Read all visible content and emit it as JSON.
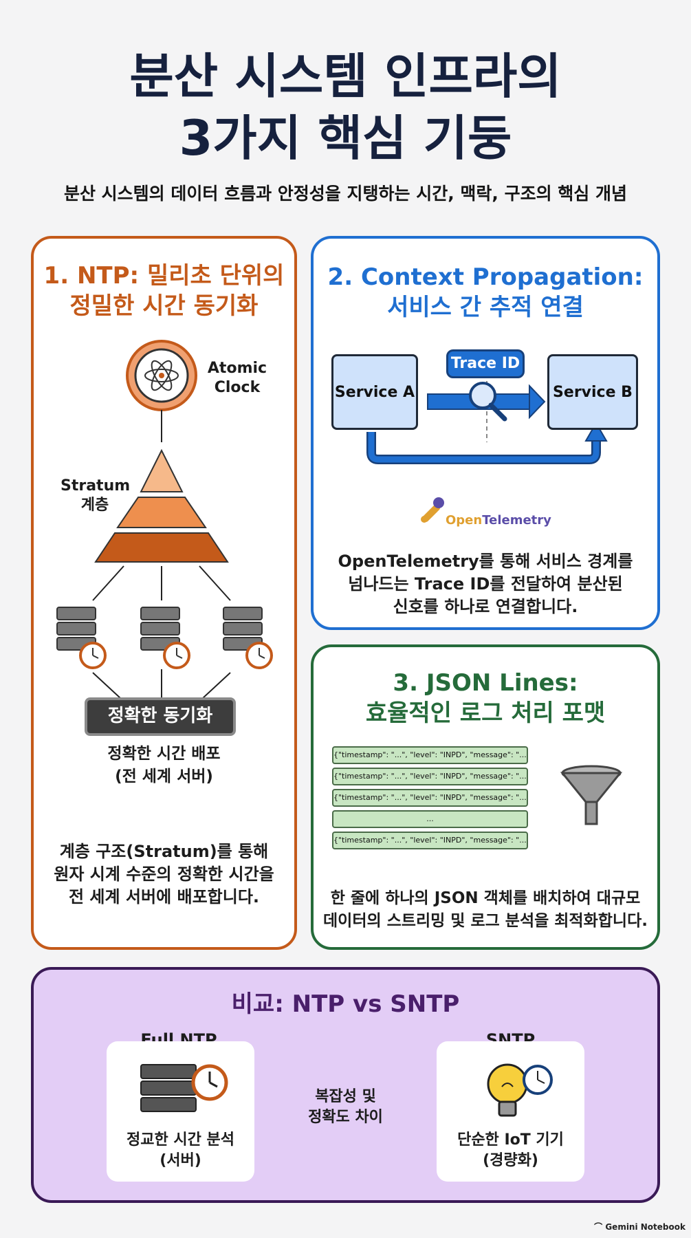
{
  "header": {
    "title_line1": "분산 시스템 인프라의",
    "title_line2": "3가지 핵심 기둥",
    "subtitle": "분산 시스템의 데이터 흐름과 안정성을 지탱하는 시간, 맥락, 구조의 핵심 개념"
  },
  "ntp": {
    "title_line1": "1. NTP: 밀리초 단위의",
    "title_line2": "정밀한 시간 동기화",
    "atomic_clock_line1": "Atomic",
    "atomic_clock_line2": "Clock",
    "stratum_line1": "Stratum",
    "stratum_line2": "계층",
    "sync_badge": "정확한 동기화",
    "caption_line1": "정확한 시간 배포",
    "caption_line2": "(전 세계 서버)",
    "desc_line1": "계층 구조(Stratum)를 통해",
    "desc_line2": "원자 시계 수준의 정확한 시간을",
    "desc_line3": "전 세계 서버에 배포합니다.",
    "accent": "#c45a1a"
  },
  "context": {
    "title_line1": "2. Context Propagation:",
    "title_line2": "서비스 간 추적 연결",
    "service_a": "Service A",
    "service_b": "Service B",
    "trace_id": "Trace ID",
    "otel_open": "Open",
    "otel_telemetry": "Telemetry",
    "desc_line1": "OpenTelemetry를 통해 서비스 경계를",
    "desc_line2": "넘나드는 Trace ID를 전달하여 분산된",
    "desc_line3": "신호를 하나로 연결합니다.",
    "accent": "#1f6fd1"
  },
  "jsonlines": {
    "title_line1": "3. JSON Lines:",
    "title_line2": "효율적인 로그 처리 포맷",
    "lines": [
      "{\"timestamp\": \"...\", \"level\": \"INPD\", \"message\": \"...\"}",
      "{\"timestamp\": \"...\", \"level\": \"INPD\", \"message\": \"...\"}",
      "{\"timestamp\": \"...\", \"level\": \"INPD\", \"message\": \"...\"}",
      "...",
      "{\"timestamp\": \"...\", \"level\": \"INPD\", \"message\": \"...\"}"
    ],
    "desc_line1": "한 줄에 하나의 JSON 객체를 배치하여 대규모",
    "desc_line2": "데이터의 스트리밍 및 로그 분석을 최적화합니다.",
    "accent": "#256b3a"
  },
  "compare": {
    "title": "비교: NTP vs SNTP",
    "full_ntp_label": "Full NTP",
    "full_ntp_desc_line1": "정교한 시간 분석",
    "full_ntp_desc_line2": "(서버)",
    "middle_line1": "복잡성 및",
    "middle_line2": "정확도 차이",
    "sntp_label": "SNTP",
    "sntp_desc_line1": "단순한 IoT 기기",
    "sntp_desc_line2": "(경량화)",
    "accent": "#4a1f6b"
  },
  "footer": {
    "brand": "Gemini Notebook"
  }
}
